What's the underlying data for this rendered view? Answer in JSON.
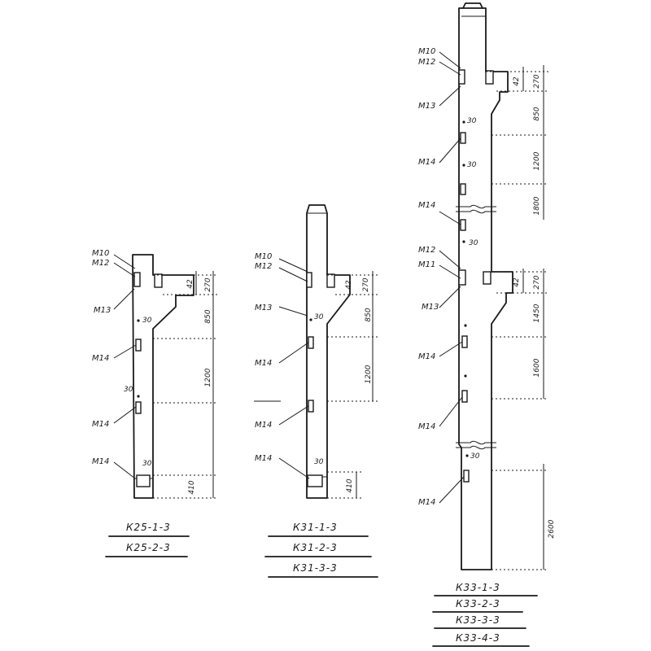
{
  "elements": {
    "left": {
      "marks": [
        "М10",
        "М12",
        "М13",
        "М14",
        "М14",
        "М14"
      ],
      "small": [
        "30",
        "30",
        "30"
      ],
      "dims": [
        "42",
        "270",
        "850",
        "1200",
        "410"
      ],
      "codes": [
        "К25-1-3",
        "К25-2-3"
      ]
    },
    "middle": {
      "marks": [
        "М10",
        "М12",
        "М13",
        "М14",
        "М14",
        "М14"
      ],
      "small": [
        "30",
        "30"
      ],
      "dims": [
        "42",
        "270",
        "850",
        "1200",
        "410"
      ],
      "codes": [
        "К31-1-3",
        "К31-2-3",
        "К31-3-3"
      ]
    },
    "right": {
      "marks": [
        "М10",
        "М12",
        "М13",
        "М14",
        "М14",
        "М12",
        "М11",
        "М13",
        "М14",
        "М14",
        "М14"
      ],
      "small": [
        "30",
        "30",
        "30",
        "30"
      ],
      "dims": [
        "42",
        "270",
        "850",
        "1200",
        "1800",
        "42",
        "270",
        "1450",
        "1600",
        "2600"
      ],
      "codes": [
        "К33-1-3",
        "К33-2-3",
        "К33-3-3",
        "К33-4-3"
      ]
    }
  }
}
